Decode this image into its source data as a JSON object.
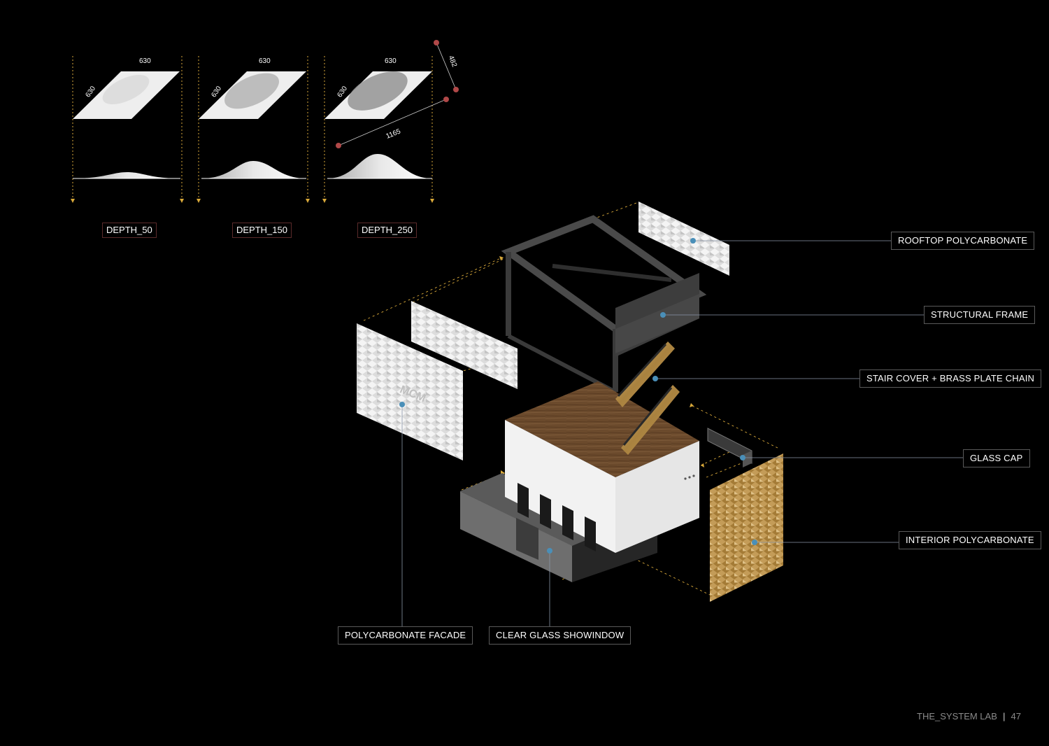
{
  "depth_studies": [
    {
      "label": "DEPTH_50",
      "top_dim": "630",
      "side_dim": "630"
    },
    {
      "label": "DEPTH_150",
      "top_dim": "630",
      "side_dim": "630"
    },
    {
      "label": "DEPTH_250",
      "top_dim": "630",
      "side_dim": "630",
      "extra_dims": [
        "482",
        "1165"
      ]
    }
  ],
  "components": [
    {
      "id": "rooftop",
      "label": "ROOFTOP POLYCARBONATE"
    },
    {
      "id": "frame",
      "label": "STRUCTURAL FRAME"
    },
    {
      "id": "stair",
      "label": "STAIR COVER + BRASS PLATE CHAIN"
    },
    {
      "id": "glasscap",
      "label": "GLASS CAP"
    },
    {
      "id": "interior",
      "label": "INTERIOR POLYCARBONATE"
    },
    {
      "id": "facade",
      "label": "POLYCARBONATE FACADE"
    },
    {
      "id": "showwindow",
      "label": "CLEAR GLASS SHOWINDOW"
    }
  ],
  "facade_logo": "MCM",
  "footer": {
    "brand": "THE_SYSTEM LAB",
    "page": "47"
  },
  "colors": {
    "background": "#000000",
    "leader_line": "#8a96a8",
    "anchor_dot": "#4a8fb8",
    "dim_marker": "#b04848",
    "guide_arrow": "#d9a93a",
    "wood": "#6e4b2e",
    "brass": "#b8924e"
  }
}
